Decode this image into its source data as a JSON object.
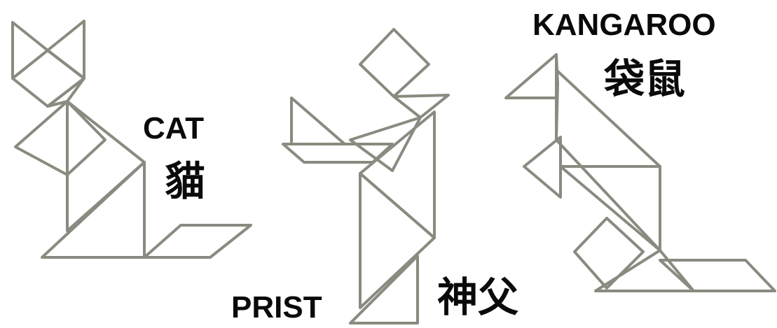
{
  "figures": [
    {
      "id": "cat",
      "english": "CAT",
      "chinese": "貓"
    },
    {
      "id": "priest",
      "english": "PRIST",
      "chinese": "神父"
    },
    {
      "id": "kangaroo",
      "english": "KANGAROO",
      "chinese": "袋鼠"
    }
  ],
  "colors": {
    "background": "#ffffff",
    "outline": "#8a8a80",
    "outline_dark": "#3c3c3c",
    "text": "#0a0a0a"
  }
}
